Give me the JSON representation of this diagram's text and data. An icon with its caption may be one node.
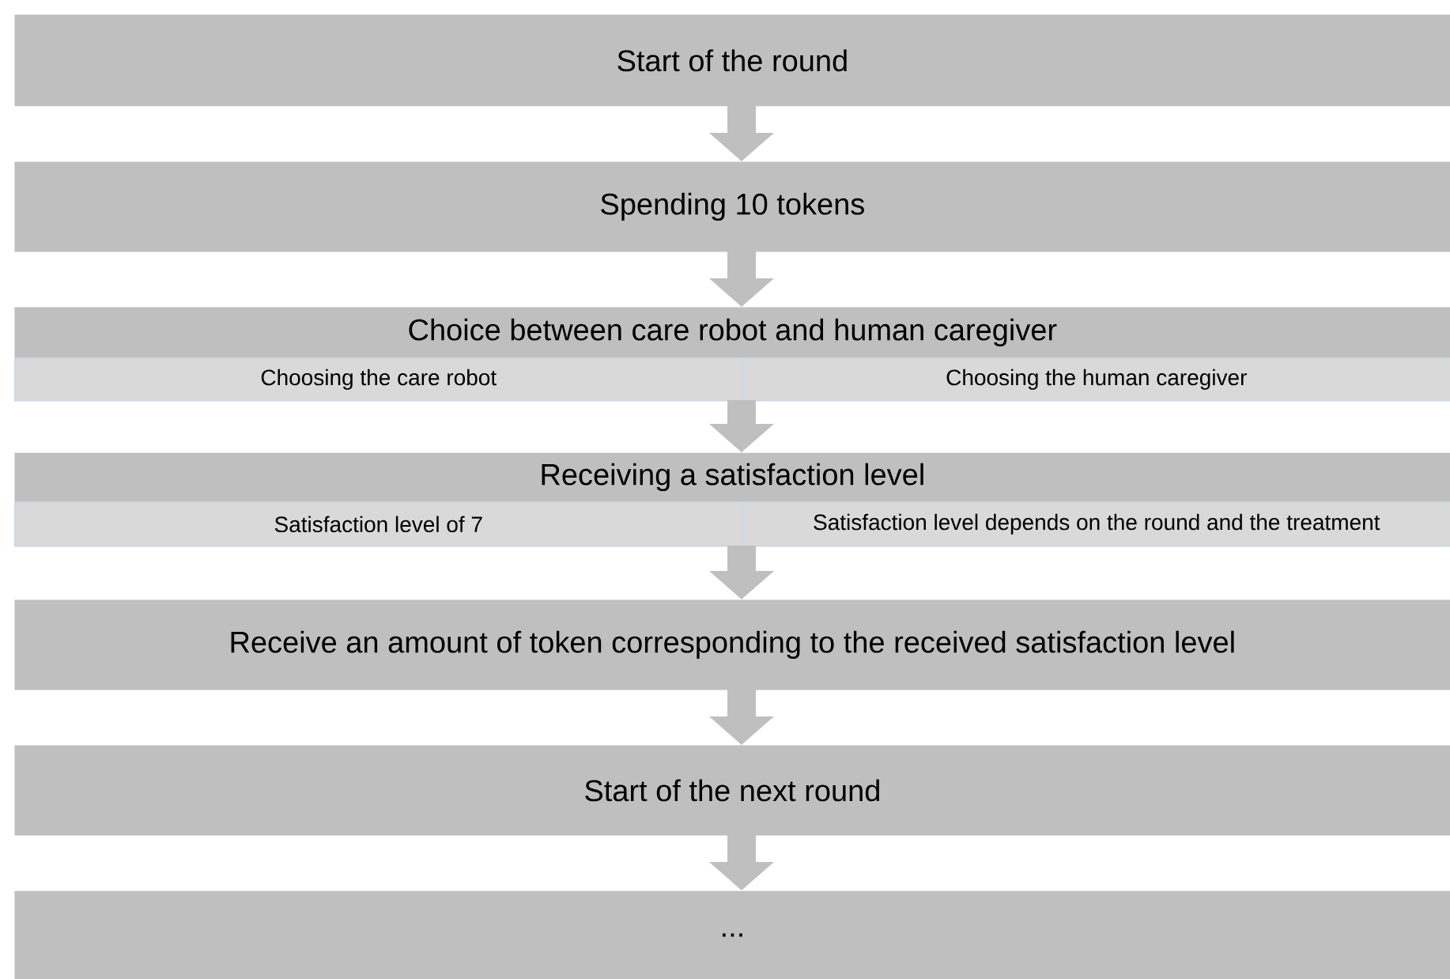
{
  "diagram": {
    "nodes": [
      {
        "text": [
          "Start of the round"
        ]
      },
      {
        "text": [
          "Spending 10 tokens"
        ]
      },
      {
        "text": [
          "Choice between care robot and human caregiver"
        ]
      },
      {
        "text": [
          "Choosing the care robot"
        ]
      },
      {
        "text": [
          "Choosing the human caregiver"
        ]
      },
      {
        "text": [
          "Receiving a satisfaction level"
        ]
      },
      {
        "text": [
          "Satisfaction level of 7"
        ]
      },
      {
        "text": [
          "Satisfaction level depends on the round and the treatment"
        ]
      },
      {
        "text": [
          "Receive an amount of token corresponding to the received satisfaction level"
        ]
      },
      {
        "text": [
          "Start of the next round"
        ]
      },
      {
        "text": [
          "..."
        ]
      }
    ],
    "edges": [
      {
        "from": 0,
        "to": 1,
        "arrow": "to"
      },
      {
        "from": 1,
        "to": 2,
        "arrow": "to"
      },
      {
        "from": 3,
        "to": 5,
        "arrow": "to"
      },
      {
        "from": 4,
        "to": 5,
        "arrow": "to"
      },
      {
        "from": 6,
        "to": 8,
        "arrow": "to"
      },
      {
        "from": 7,
        "to": 8,
        "arrow": "to"
      },
      {
        "from": 8,
        "to": 9,
        "arrow": "to"
      },
      {
        "from": 9,
        "to": 10,
        "arrow": "to"
      }
    ]
  }
}
